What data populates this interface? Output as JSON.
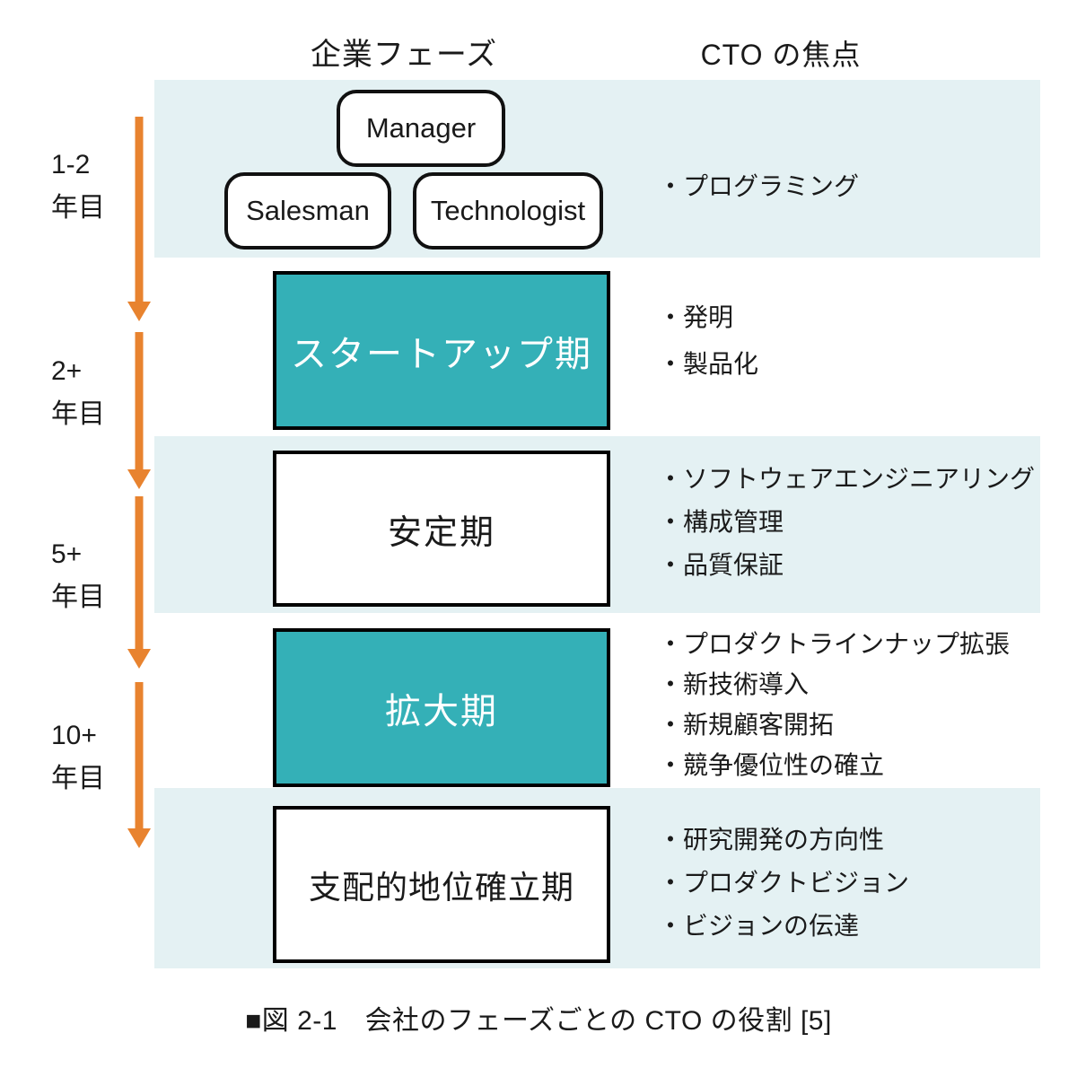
{
  "headers": {
    "left": "企業フェーズ",
    "right": "CTO の焦点"
  },
  "timeline": [
    {
      "years": "1-2",
      "unit": "年目"
    },
    {
      "years": "2+",
      "unit": "年目"
    },
    {
      "years": "5+",
      "unit": "年目"
    },
    {
      "years": "10+",
      "unit": "年目"
    }
  ],
  "roles": [
    "Manager",
    "Salesman",
    "Technologist"
  ],
  "rows": [
    {
      "type": "roles",
      "focus": [
        "・プログラミング"
      ]
    },
    {
      "type": "phase",
      "phase": "スタートアップ期",
      "variant": "teal",
      "focus": [
        "・発明",
        "・製品化"
      ]
    },
    {
      "type": "phase",
      "phase": "安定期",
      "variant": "white",
      "focus": [
        "・ソフトウェアエンジニアリング",
        "・構成管理",
        "・品質保証"
      ]
    },
    {
      "type": "phase",
      "phase": "拡大期",
      "variant": "teal",
      "focus": [
        "・プロダクトラインナップ拡張",
        "・新技術導入",
        "・新規顧客開拓",
        "・競争優位性の確立"
      ]
    },
    {
      "type": "phase",
      "phase": "支配的地位確立期",
      "variant": "white",
      "focus": [
        "・研究開発の方向性",
        "・プロダクトビジョン",
        "・ビジョンの伝達"
      ]
    }
  ],
  "caption": "■図 2-1　会社のフェーズごとの CTO の役割 [5]",
  "colors": {
    "phase_teal": "#34b0b7",
    "band_blue": "#e4f1f3",
    "arrow_orange": "#e8832f",
    "box_border": "#000000",
    "teal_box_text": "#ffffff"
  }
}
